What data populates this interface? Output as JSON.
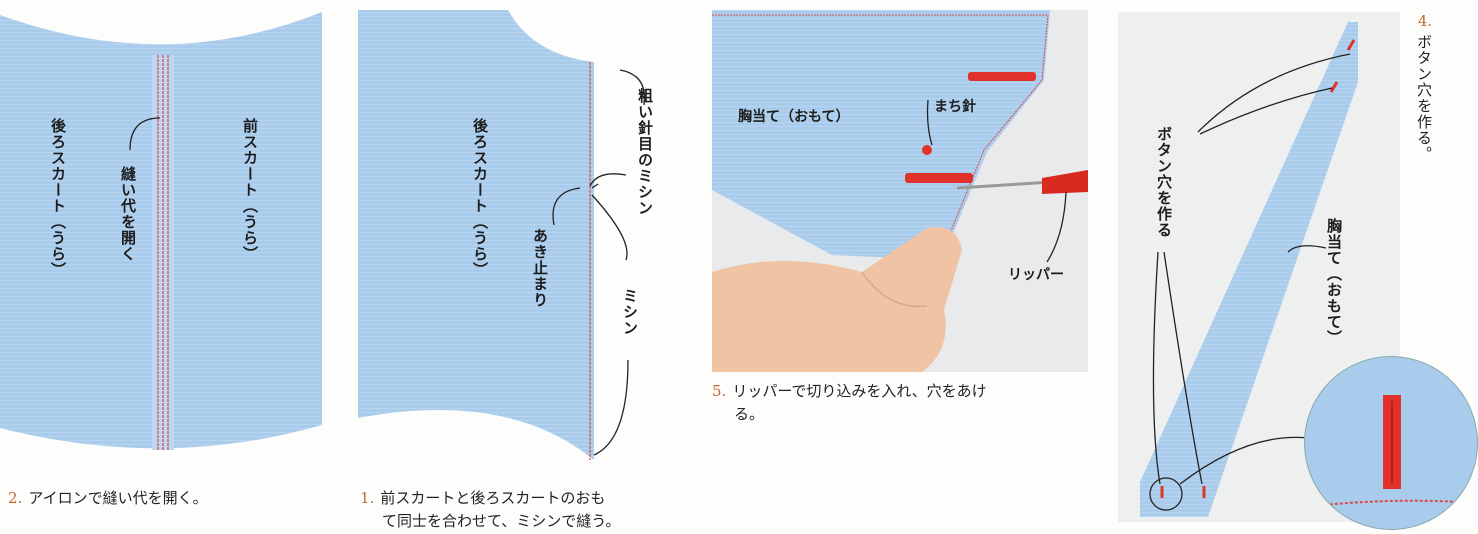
{
  "panel_a": {
    "label_back": "後ろスカート（うら）",
    "label_seam": "縫い代を開く",
    "label_front": "前スカート（うら）",
    "caption_num": "2.",
    "caption_text": "アイロンで縫い代を開く。"
  },
  "panel_b": {
    "label_back": "後ろスカート（うら）",
    "label_stop": "あき止まり",
    "label_coarse": "粗い針目のミシン",
    "label_machine": "ミシン",
    "caption_num": "1.",
    "caption_line1": "前スカートと後ろスカートのおも",
    "caption_line2": "て同士を合わせて、ミシンで縫う。"
  },
  "panel_c": {
    "label_bib": "胸当て（おもて）",
    "label_pin": "まち針",
    "label_ripper": "リッパー",
    "caption_num": "5.",
    "caption_line1": "リッパーで切り込みを入れ、穴をあけ",
    "caption_line2": "る。"
  },
  "panel_d": {
    "step_num": "4.",
    "step_text": "ボタン穴を作る。",
    "label_buttonhole": "ボタン穴を作る",
    "label_bib": "胸当て（おもて）"
  },
  "colors": {
    "fabric": "#a9cbec",
    "stitch": "#d84a4a",
    "buttonhole": "#e0322a",
    "caption_number": "#c06a33"
  }
}
